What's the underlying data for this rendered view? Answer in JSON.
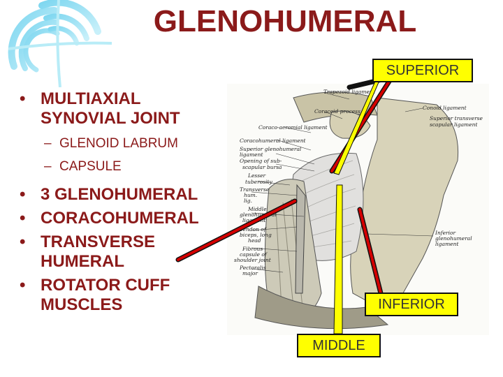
{
  "title": "GLENOHUMERAL",
  "bullets": [
    {
      "label": "MULTIAXIAL SYNOVIAL JOINT",
      "subs": [
        "GLENOID LABRUM",
        "CAPSULE"
      ]
    },
    {
      "label": "3 GLENOHUMERAL"
    },
    {
      "label": "CORACOHUMERAL"
    },
    {
      "label": "TRANSVERSE HUMERAL"
    },
    {
      "label": "ROTATOR CUFF MUSCLES"
    }
  ],
  "callouts": {
    "superior": "SUPERIOR",
    "inferior": "INFERIOR",
    "middle": "MIDDLE"
  },
  "illustration": {
    "labels": {
      "trapezoid": "Trapezoid ligament",
      "coracoid_process": "Coracoid process",
      "conoid": "Conoid ligament",
      "superior_transverse": "Superior transverse",
      "scapular_ligament": "scapular ligament",
      "coraco_acromial": "Coraco-acromial ligament",
      "coracohumeral": "Coracohumeral ligament",
      "superior_glenohumeral_1": "Superior glenohumeral",
      "superior_glenohumeral_2": "ligament",
      "opening_1": "Opening of sub-",
      "opening_2": "scapular bursa",
      "lesser_1": "Lesser",
      "lesser_2": "tuberosity",
      "transverse_1": "Transverse",
      "transverse_2": "hum.",
      "transverse_3": "lig.",
      "middle_1": "Middle",
      "middle_2": "glenohumeral",
      "middle_3": "ligament",
      "tendon_1": "Tendon of",
      "tendon_2": "biceps, long",
      "tendon_3": "head",
      "fibrous_1": "Fibrous",
      "fibrous_2": "capsule of",
      "fibrous_3": "shoulder joint",
      "pectoralis_1": "Pectoralis",
      "pectoralis_2": "major",
      "inferior_1": "Inferior",
      "inferior_2": "glenohumeral",
      "inferior_3": "ligament"
    }
  },
  "colors": {
    "title": "#8b1a1a",
    "text": "#8b1a1a",
    "callout_bg": "#ffff00",
    "arrow": "#d40000",
    "arrow_outline": "#111111"
  }
}
